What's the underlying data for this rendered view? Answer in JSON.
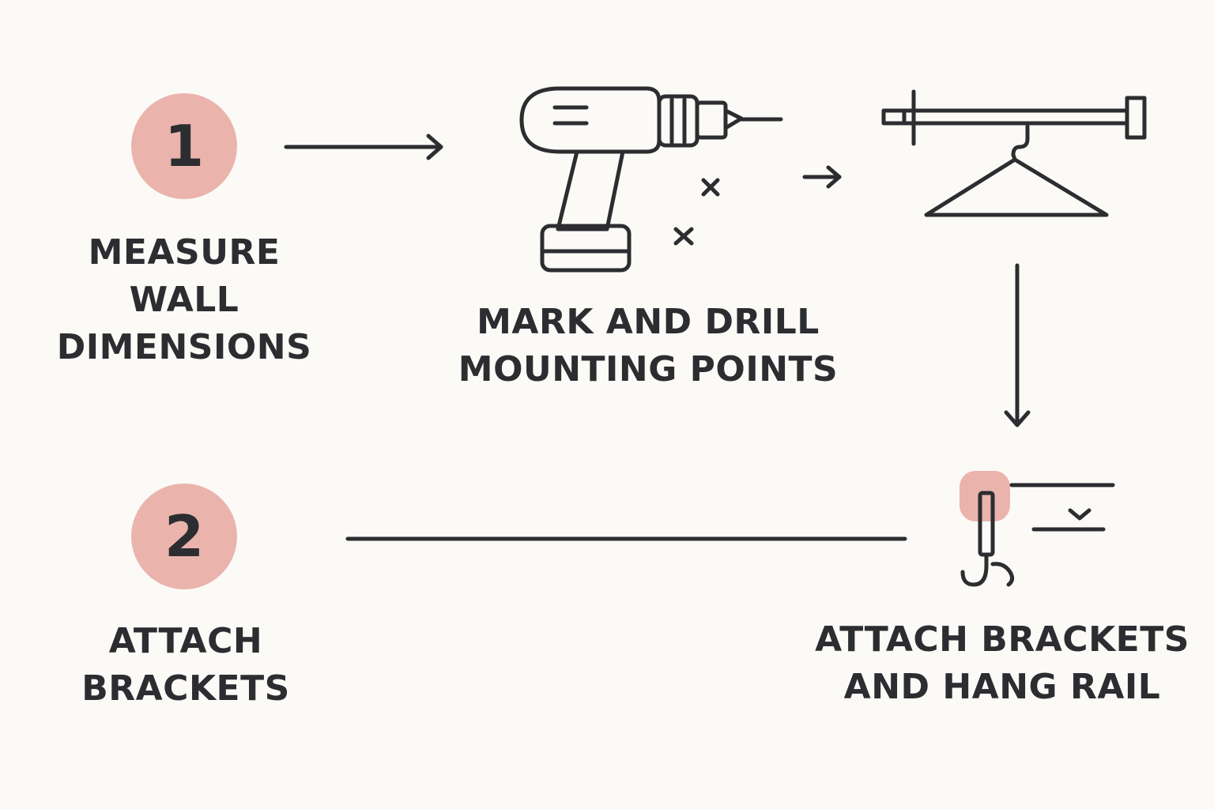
{
  "badges": {
    "one": "1",
    "two": "2"
  },
  "steps": {
    "measure": [
      "MEASURE",
      "WALL",
      "DIMENSIONS"
    ],
    "drill": [
      "MARK AND DRILL",
      "MOUNTING POINTS"
    ],
    "attach": [
      "ATTACH",
      "BRACKETS"
    ],
    "hang": [
      "ATTACH BRACKETS",
      "AND HANG RAIL"
    ]
  },
  "icons": [
    "drill-icon",
    "drill-mark-icon",
    "rail-with-hanger-icon",
    "bracket-hook-icon"
  ],
  "colors": {
    "background": "#fcfaf6",
    "accent": "#eab4ac",
    "ink": "#2b2d31"
  }
}
